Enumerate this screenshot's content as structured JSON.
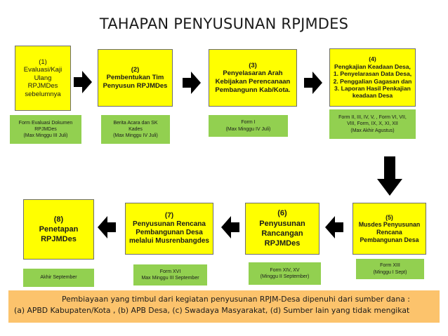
{
  "title": "TAHAPAN PENYUSUNAN RPJMDES",
  "steps": [
    {
      "number": "(1)",
      "label": "Evaluasi/Kaji\nUlang\nRPJMDes\nsebelumnya"
    },
    {
      "number": "(2)",
      "label": "Pembentukan Tim\nPenyusun RPJMDes"
    },
    {
      "number": "(3)",
      "label": "Penyelasaran Arah\nKebijakan Perencanaan\nPembangunn Kab/Kota."
    },
    {
      "number": "(4)",
      "label": "Pengkajian Keadaan Desa,\n1. Penyelarasan Data Desa,\n2. Penggalian Gagasan dan\n3. Laporan Hasil Penkajian\nkeadaan Desa"
    },
    {
      "number": "(5)",
      "label": "Musdes Penyusunan\nRencana\nPembangunan Desa"
    },
    {
      "number": "(6)",
      "label": "Penyusunan\nRancangan\nRPJMDes"
    },
    {
      "number": "(7)",
      "label": "Penyusunan Rencana\nPembangunan Desa\nmelalui Musrenbangdes"
    },
    {
      "number": "(8)",
      "label": "Penetapan\nRPJMDes"
    }
  ],
  "forms": [
    {
      "label": "Form Evaluasi Dokumen\nRPJMDes\n(Max  Minggu III Juli)"
    },
    {
      "label": "Berita Acara dan SK\nKades\n(Max Minggu IV Juli)"
    },
    {
      "label": "Form I\n(Max Minggu IV Juli)"
    },
    {
      "label": "Form II, III, IV, V, , Form VI, VII,\nVIII,  Form, IX, X, XI, XII\n(Max  Akhir  Agustus)"
    },
    {
      "label": "Form XIII\n(Minggu I Sept)"
    },
    {
      "label": "Form XIV, XV\n(Minggu II September)"
    },
    {
      "label": "Form XVI\nMax Minggu III September"
    },
    {
      "label": "Akhir  September"
    }
  ],
  "footer": {
    "line1": "Pembiayaan yang timbul dari kegiatan penyusunan  RPJM-Desa dipenuhi dari sumber dana :",
    "line2": "(a)  APBD Kabupaten/Kota ,  (b) APB Desa, (c) Swadaya Masyarakat, (d) Sumber lain yang tidak mengikat"
  },
  "colors": {
    "step_fill": "#ffff00",
    "form_fill": "#92d050",
    "footer_fill": "#fcc36c",
    "arrow": "#000000"
  }
}
